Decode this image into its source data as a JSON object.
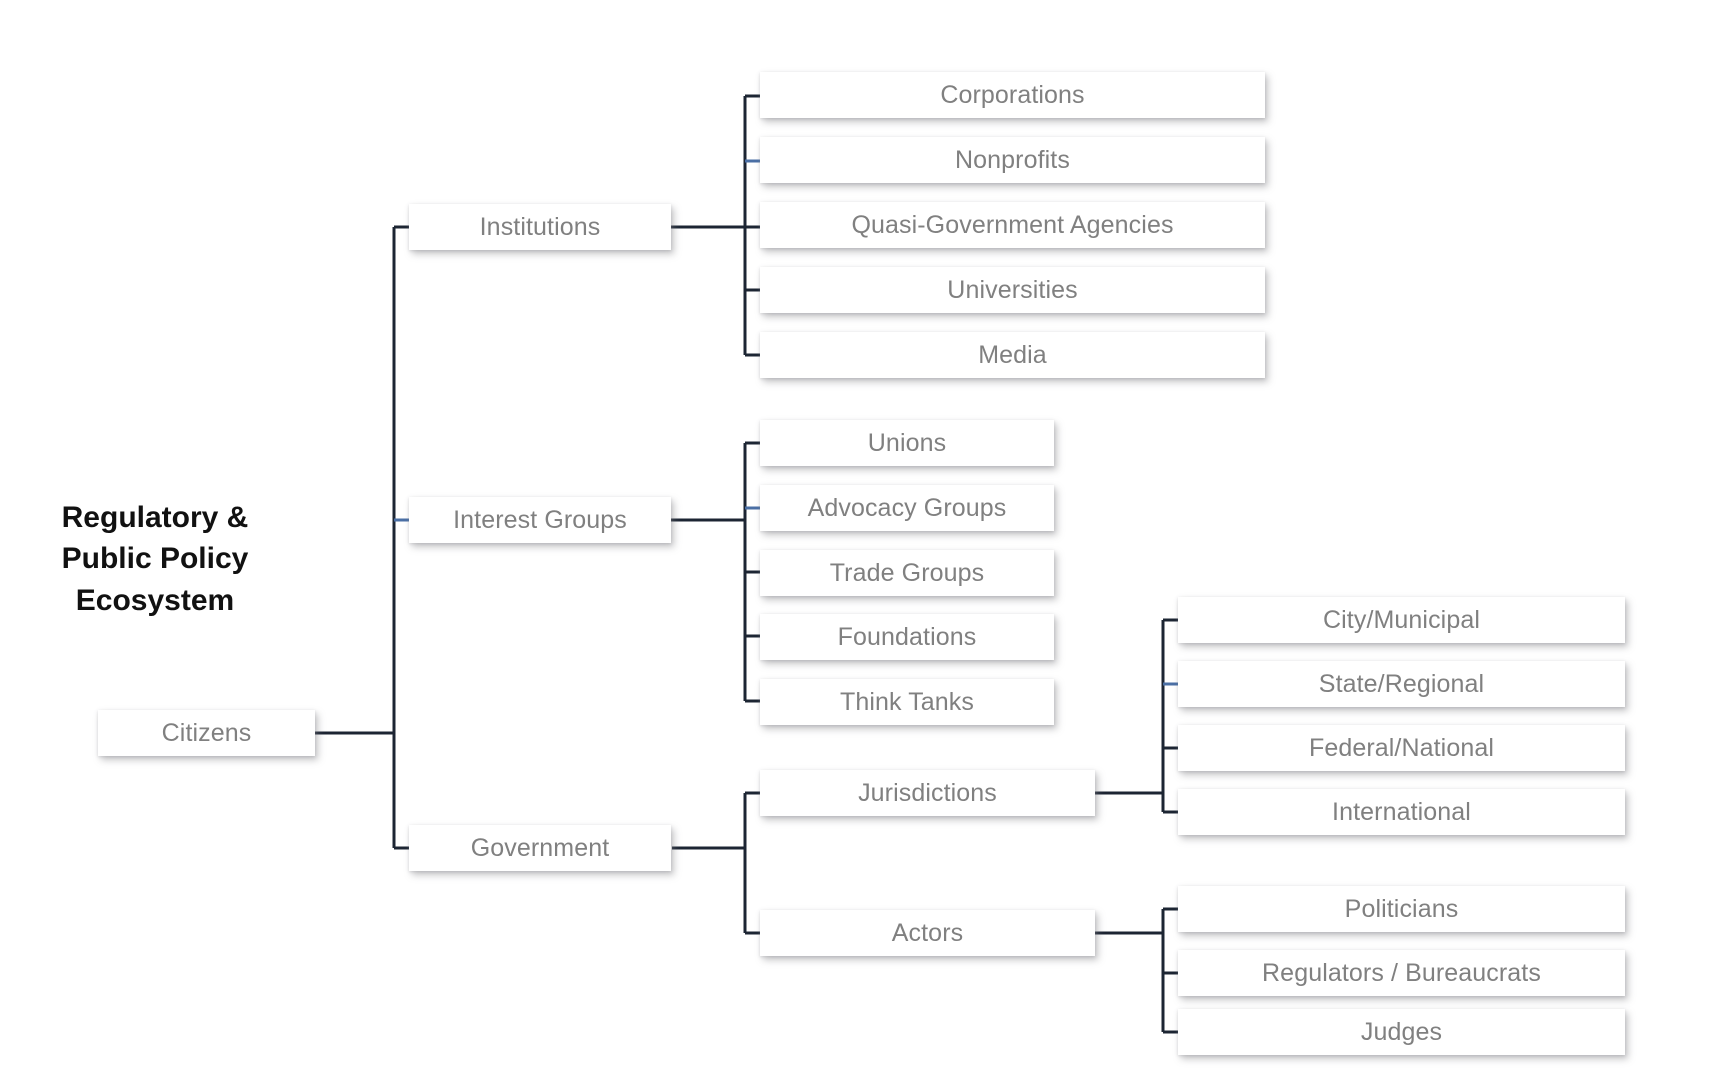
{
  "diagram": {
    "type": "org-chart-tree",
    "title": "Regulatory &\nPublic Policy\nEcosystem",
    "colors": {
      "background": "#ffffff",
      "node_fill": "#ffffff",
      "node_text": "#808080",
      "title_text": "#111111",
      "connector": "#1c2533",
      "connector_highlight": "#4a6fa5"
    },
    "root": {
      "label": "Citizens"
    },
    "branches": [
      {
        "label": "Institutions",
        "children": [
          {
            "label": "Corporations"
          },
          {
            "label": "Nonprofits"
          },
          {
            "label": "Quasi-Government Agencies"
          },
          {
            "label": "Universities"
          },
          {
            "label": "Media"
          }
        ]
      },
      {
        "label": "Interest Groups",
        "children": [
          {
            "label": "Unions"
          },
          {
            "label": "Advocacy Groups"
          },
          {
            "label": "Trade Groups"
          },
          {
            "label": "Foundations"
          },
          {
            "label": "Think Tanks"
          }
        ]
      },
      {
        "label": "Government",
        "children": [
          {
            "label": "Jurisdictions",
            "children": [
              {
                "label": "City/Municipal"
              },
              {
                "label": "State/Regional"
              },
              {
                "label": "Federal/National"
              },
              {
                "label": "International"
              }
            ]
          },
          {
            "label": "Actors",
            "children": [
              {
                "label": "Politicians"
              },
              {
                "label": "Regulators / Bureaucrats"
              },
              {
                "label": "Judges"
              }
            ]
          }
        ]
      }
    ]
  }
}
